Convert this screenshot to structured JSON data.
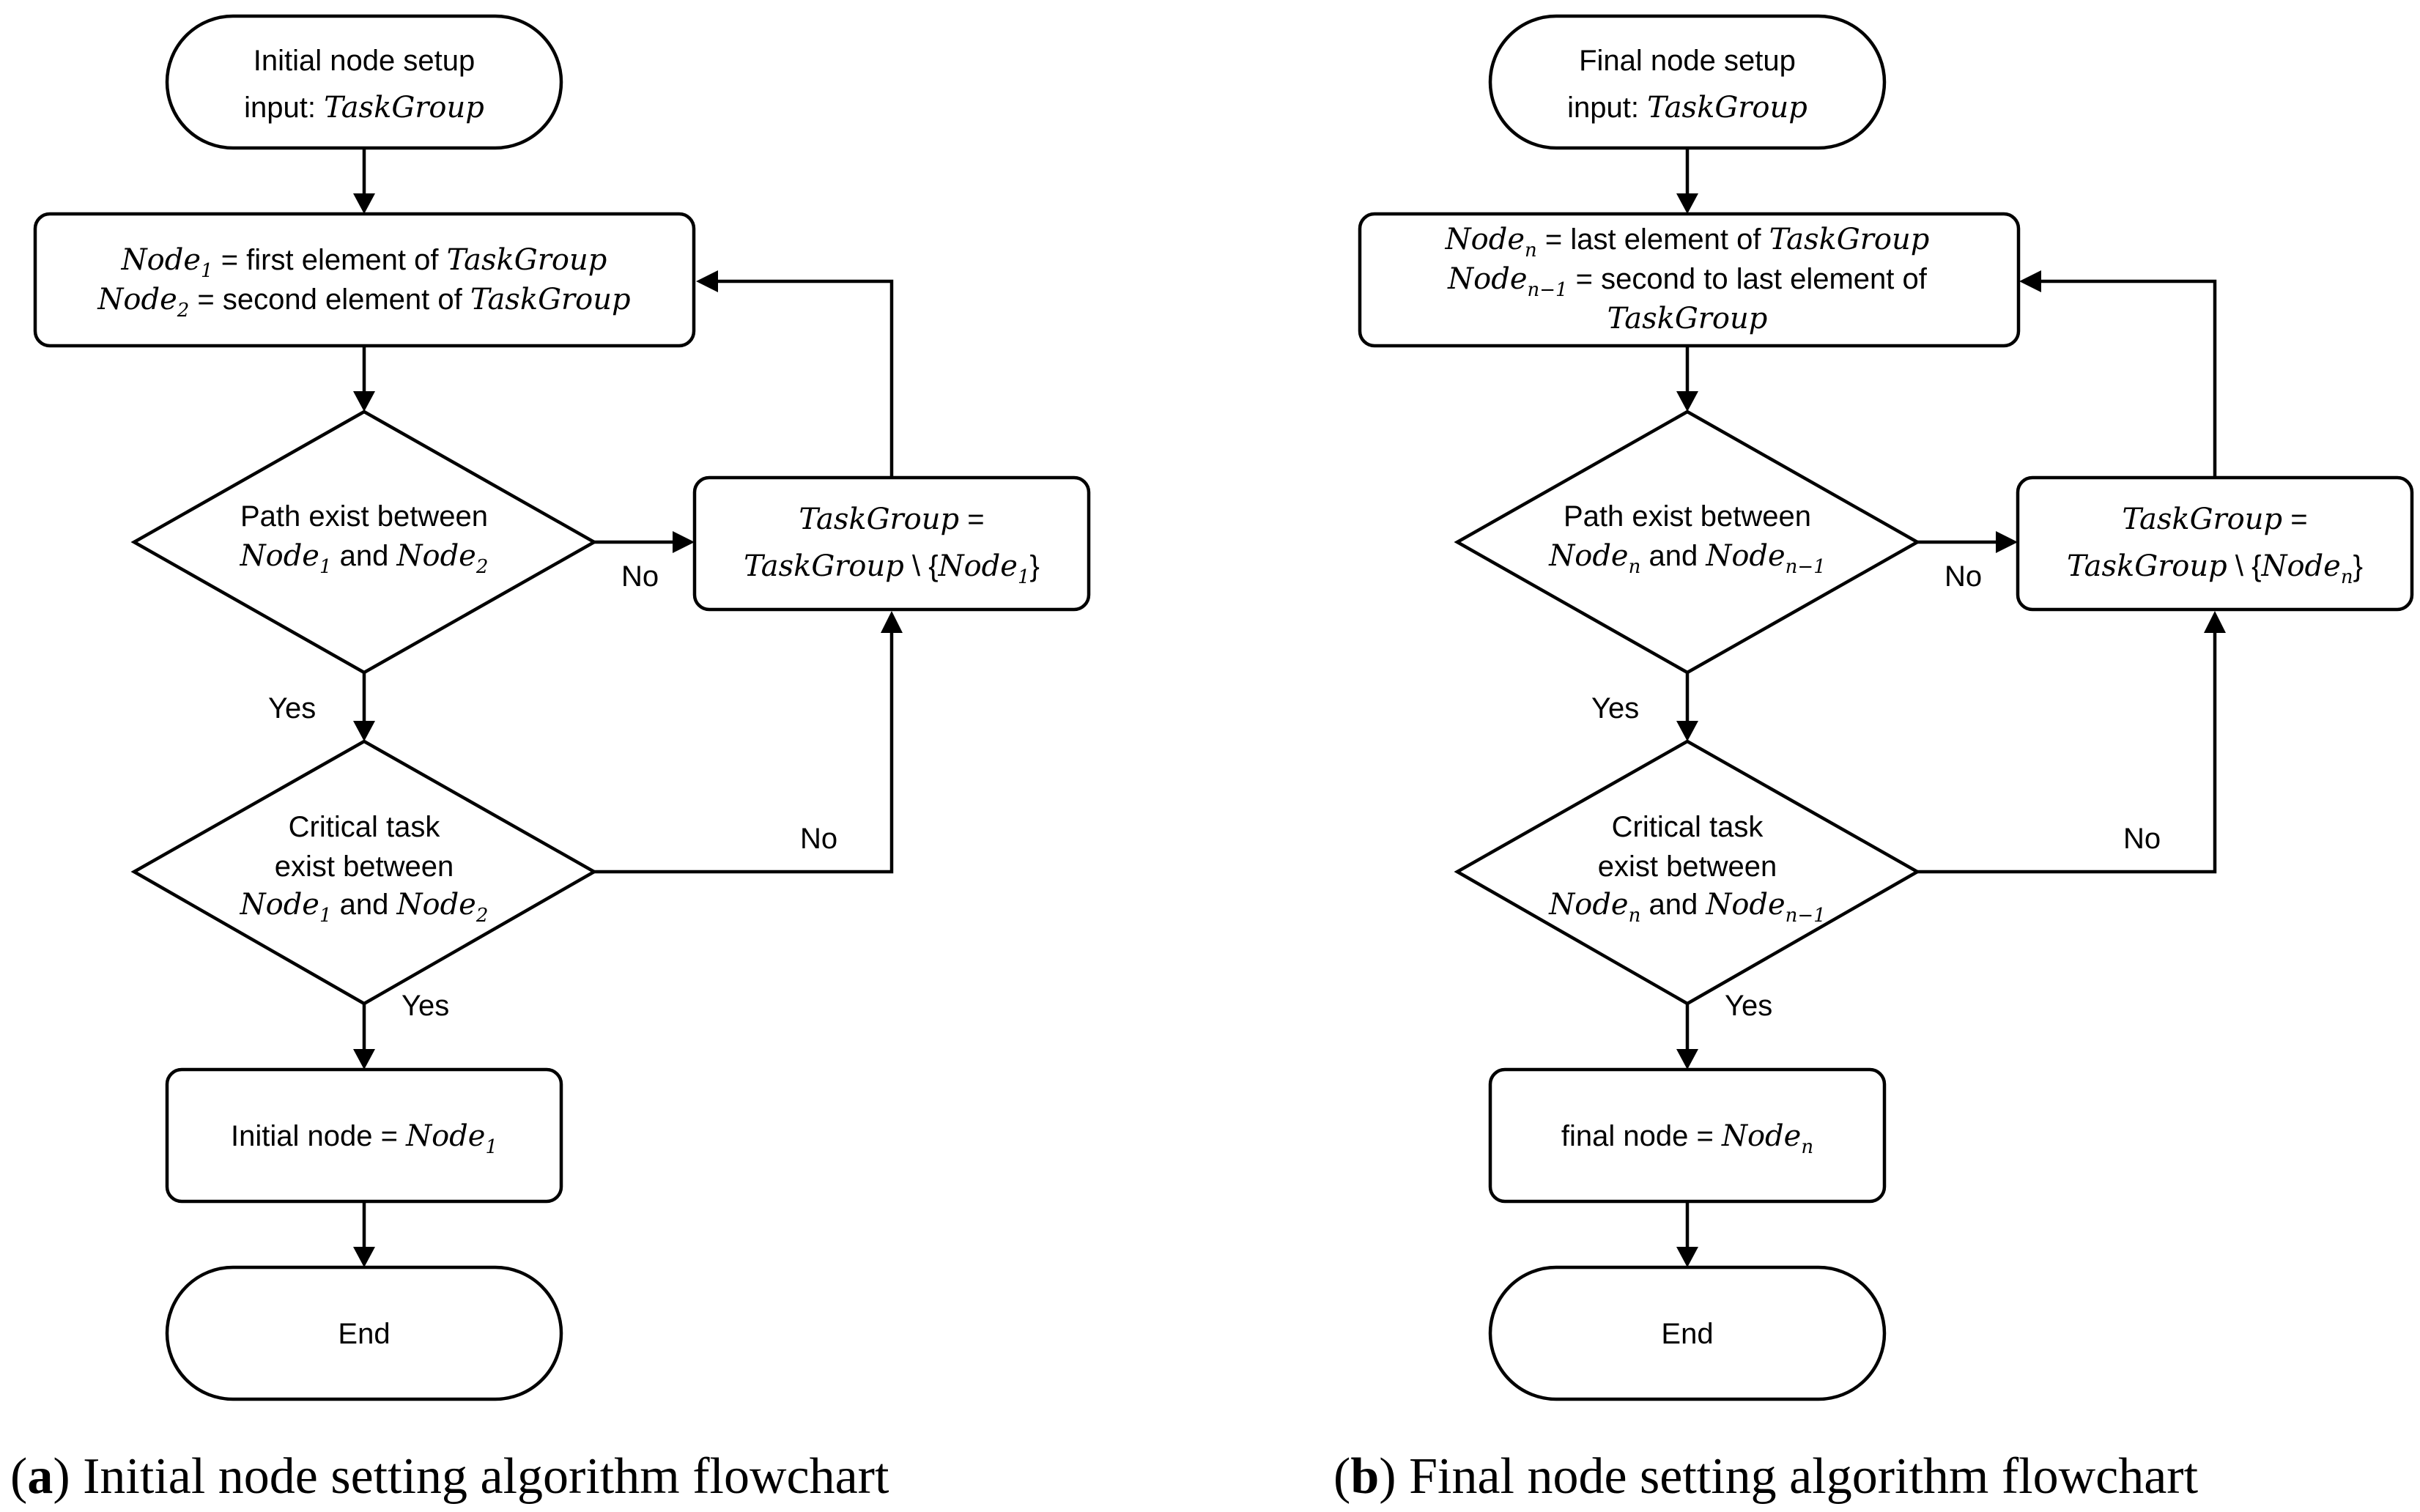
{
  "panels": {
    "a": {
      "start": {
        "line1": "Initial node setup",
        "input_prefix": "input: ",
        "input_var": "TaskGroup"
      },
      "assign": {
        "node1": "Node",
        "node1_sub": "1",
        "line1_text": " = first element of ",
        "line1_var": "TaskGroup",
        "node2": "Node",
        "node2_sub": "2",
        "line2_text": " = second element of ",
        "line2_var": "TaskGroup"
      },
      "decision1": {
        "line1": "Path exist between",
        "n1": "Node",
        "n1_sub": "1",
        "and": " and ",
        "n2": "Node",
        "n2_sub": "2"
      },
      "update": {
        "var": "TaskGroup",
        "eq": " =",
        "var2": "TaskGroup",
        "setminus": " \\ {",
        "node": "Node",
        "node_sub": "1",
        "close": "}"
      },
      "decision2": {
        "line1": "Critical task",
        "line2": "exist between",
        "n1": "Node",
        "n1_sub": "1",
        "and": " and ",
        "n2": "Node",
        "n2_sub": "2"
      },
      "result": {
        "text": "Initial node = ",
        "node": "Node",
        "node_sub": "1"
      },
      "end": {
        "label": "End"
      },
      "labels": {
        "no1": "No",
        "yes1": "Yes",
        "no2": "No",
        "yes2": "Yes"
      },
      "caption": {
        "letter": "a",
        "open": "(",
        "close": ")",
        "text": " Initial node setting algorithm flowchart"
      }
    },
    "b": {
      "start": {
        "line1": "Final node setup",
        "input_prefix": "input: ",
        "input_var": "TaskGroup"
      },
      "assign": {
        "node1": "Node",
        "node1_sub": "n",
        "line1_text": " = last element of ",
        "line1_var": "TaskGroup",
        "node2": "Node",
        "node2_sub": "n−1",
        "line2_text": " = second to last element of",
        "line3_var": "TaskGroup"
      },
      "decision1": {
        "line1": "Path exist between",
        "n1": "Node",
        "n1_sub": "n",
        "and": " and ",
        "n2": "Node",
        "n2_sub": "n−1"
      },
      "update": {
        "var": "TaskGroup",
        "eq": " =",
        "var2": "TaskGroup",
        "setminus": " \\ {",
        "node": "Node",
        "node_sub": "n",
        "close": "}"
      },
      "decision2": {
        "line1": "Critical task",
        "line2": "exist between",
        "n1": "Node",
        "n1_sub": "n",
        "and": " and ",
        "n2": "Node",
        "n2_sub": "n−1"
      },
      "result": {
        "text": "final node = ",
        "node": "Node",
        "node_sub": "n"
      },
      "end": {
        "label": "End"
      },
      "labels": {
        "no1": "No",
        "yes1": "Yes",
        "no2": "No",
        "yes2": "Yes"
      },
      "caption": {
        "letter": "b",
        "open": "(",
        "close": ")",
        "text": " Final node setting algorithm flowchart"
      }
    }
  }
}
